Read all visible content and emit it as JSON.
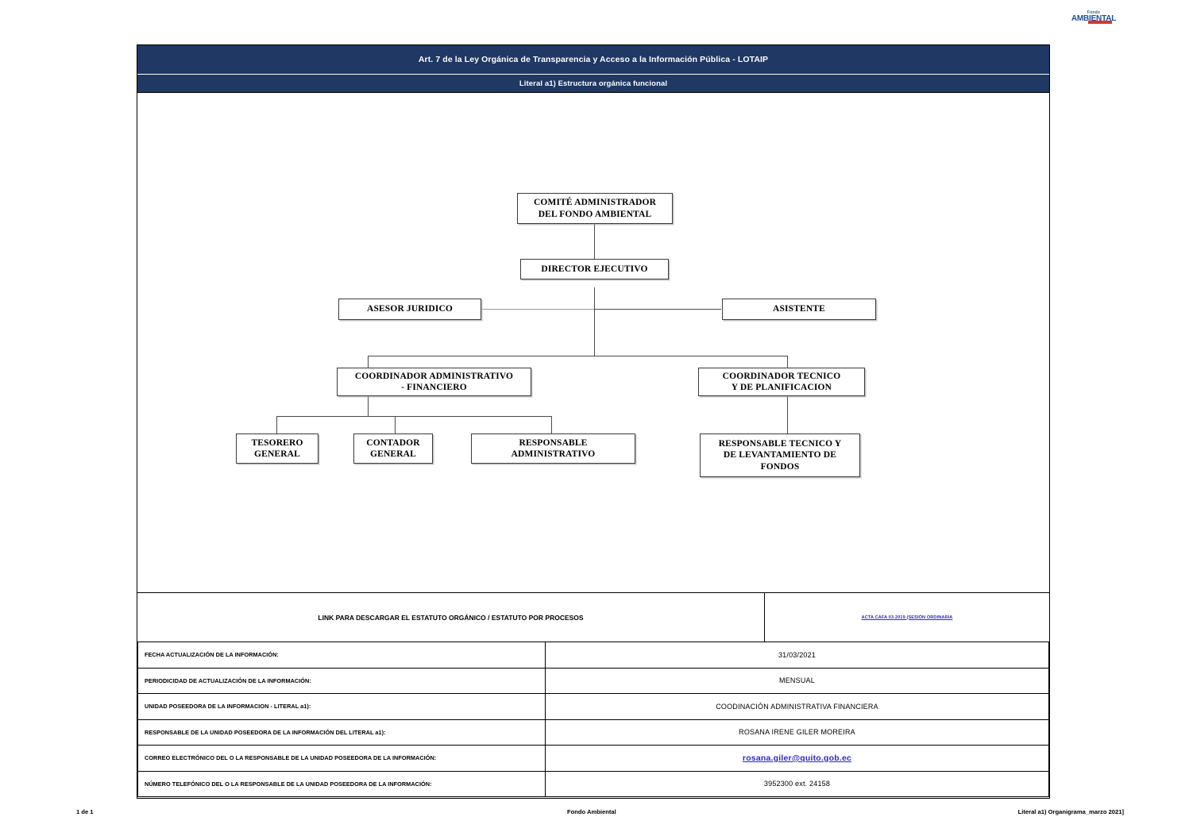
{
  "logo": {
    "top_text": "Fondo",
    "main_text": "AMBIENTAL"
  },
  "header": {
    "title": "Art. 7 de la Ley Orgánica de Transparencia y Acceso a la Información Pública - LOTAIP",
    "subtitle": "Literal a1) Estructura orgánica funcional"
  },
  "org_chart": {
    "nodes": [
      {
        "id": "comite",
        "label": "COMITÉ ADMINISTRADOR\nDEL FONDO AMBIENTAL"
      },
      {
        "id": "director",
        "label": "DIRECTOR EJECUTIVO"
      },
      {
        "id": "asesor",
        "label": "ASESOR JURIDICO"
      },
      {
        "id": "asistente",
        "label": "ASISTENTE"
      },
      {
        "id": "coord_adm",
        "label": "COORDINADOR ADMINISTRATIVO\n- FINANCIERO"
      },
      {
        "id": "coord_tec",
        "label": "COORDINADOR TECNICO\nY DE PLANIFICACION"
      },
      {
        "id": "tesorero",
        "label": "TESORERO\nGENERAL"
      },
      {
        "id": "contador",
        "label": "CONTADOR\nGENERAL"
      },
      {
        "id": "resp_adm",
        "label": "RESPONSABLE\nADMINISTRATIVO"
      },
      {
        "id": "resp_tec",
        "label": "RESPONSABLE TECNICO Y\nDE LEVANTAMIENTO DE\nFONDOS"
      }
    ]
  },
  "statute_link_row": {
    "label": "LINK PARA DESCARGAR EL ESTATUTO ORGÁNICO / ESTATUTO POR PROCESOS",
    "link_text": "ACTA CAFA 03-2019 (SESIÓN ORDINARIA"
  },
  "info_rows": [
    {
      "key": "FECHA ACTUALIZACIÓN DE LA INFORMACIÓN:",
      "value": "31/03/2021",
      "is_link": false
    },
    {
      "key": "PERIODICIDAD DE ACTUALIZACIÓN DE LA INFORMACIÓN:",
      "value": "MENSUAL",
      "is_link": false
    },
    {
      "key": "UNIDAD POSEEDORA DE LA INFORMACION - LITERAL a1):",
      "value": "COODINACIÓN ADMINISTRATIVA FINANCIERA",
      "is_link": false
    },
    {
      "key": "RESPONSABLE DE LA UNIDAD POSEEDORA DE LA INFORMACIÓN DEL LITERAL a1):",
      "value": "ROSANA IRENE GILER MOREIRA",
      "is_link": false
    },
    {
      "key": "CORREO ELECTRÓNICO DEL O LA RESPONSABLE DE LA UNIDAD POSEEDORA DE LA INFORMACIÓN:",
      "value": "rosana.giler@quito.gob.ec",
      "is_link": true
    },
    {
      "key": "NÚMERO TELEFÓNICO DEL O LA RESPONSABLE DE LA UNIDAD POSEEDORA DE LA INFORMACIÓN:",
      "value": "3952300 ext. 24158",
      "is_link": false
    }
  ],
  "footer": {
    "left": "1 de 1",
    "center": "Fondo Ambiental",
    "right": "Literal a1) Organigrama_marzo 2021]"
  },
  "colors": {
    "band": "#1f3864",
    "link": "#2a29c8",
    "node_border": "#3b3b3b"
  }
}
